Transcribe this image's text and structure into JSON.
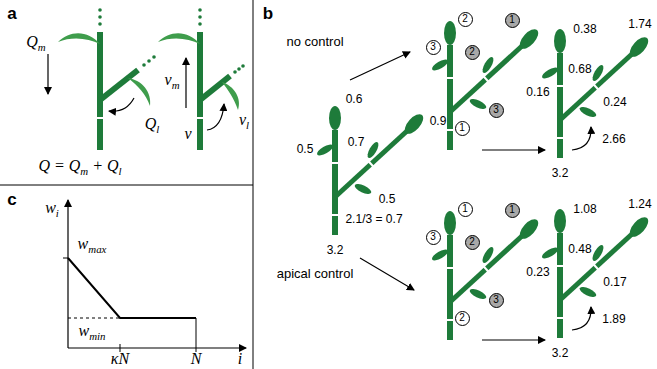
{
  "diagram": {
    "nodes": [
      {
        "text": [
          "2"
        ]
      },
      {
        "text": [
          "1"
        ]
      },
      {
        "text": [
          "2"
        ]
      },
      {
        "text": [
          "3"
        ]
      },
      {
        "text": [
          "3"
        ]
      },
      {
        "text": [
          "1"
        ]
      },
      {
        "text": [
          "1"
        ]
      },
      {
        "text": [
          "1"
        ]
      },
      {
        "text": [
          "2"
        ]
      },
      {
        "text": [
          "3"
        ]
      },
      {
        "text": [
          "3"
        ]
      },
      {
        "text": [
          "2"
        ]
      }
    ],
    "labels": [
      "a",
      "Qm",
      "Ql",
      "Q = Qm + Ql",
      "vm",
      "vl",
      "v",
      "b",
      "no control",
      "0.6",
      "0.5",
      "0.7",
      "0.9",
      "0.5",
      "2.1/3 = 0.7",
      "3.2",
      "apical control",
      "0.38",
      "1.74",
      "0.16",
      "0.68",
      "0.24",
      "2.66",
      "3.2",
      "1.08",
      "1.24",
      "0.23",
      "0.48",
      "0.17",
      "1.89",
      "3.2",
      "c",
      "wi",
      "wmax",
      "wmin",
      "κN",
      "N",
      "i"
    ]
  }
}
